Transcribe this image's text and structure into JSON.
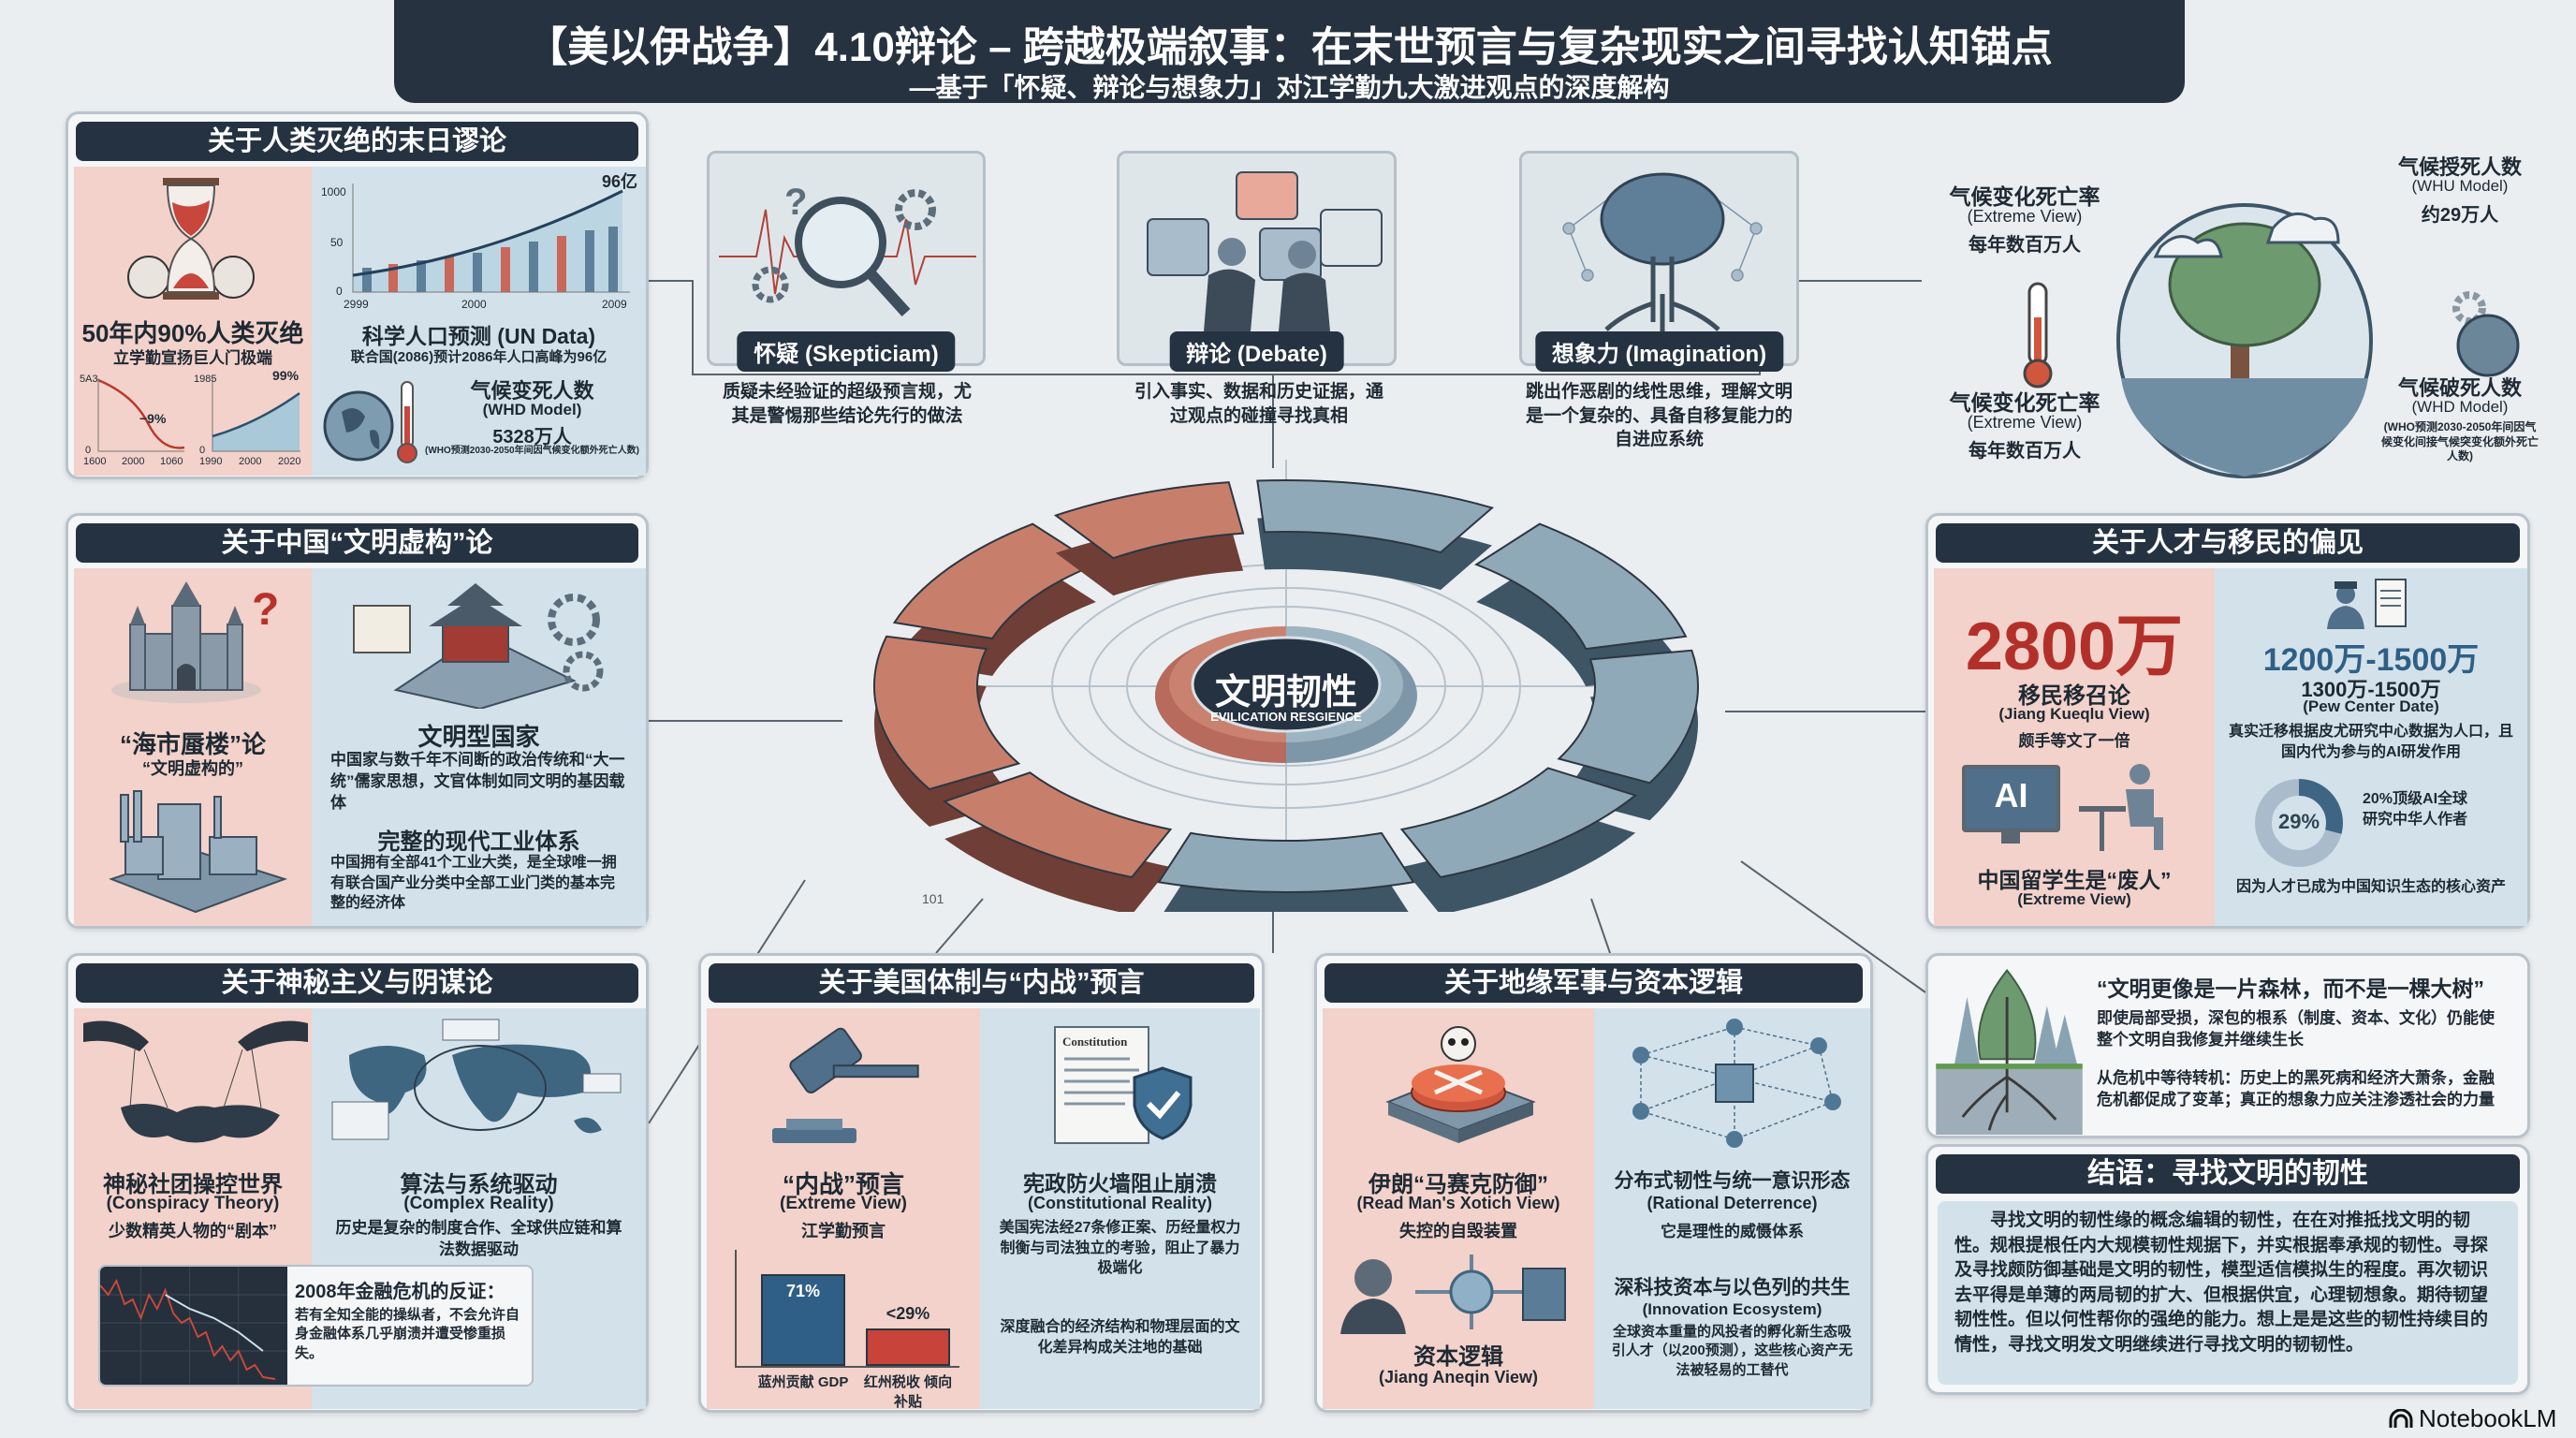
{
  "header": {
    "title": "【美以伊战争】4.10辩论 – 跨越极端叙事：在末世预言与复杂现实之间寻找认知锚点",
    "subtitle": "—基于「怀疑、辩论与想象力」对江学勤九大激进观点的深度解构"
  },
  "panel_doom": {
    "title": "关于人类灭绝的末日谬论",
    "left_title": "50年内90%人类灭绝",
    "left_sub": "立学勤宣扬巨人门极端",
    "chart_a": {
      "y_top": "5A3",
      "y_zero": "0",
      "x": [
        "1600",
        "2000",
        "1060"
      ],
      "label": "−9%"
    },
    "chart_b": {
      "y_top": "1985",
      "y_zero": "0",
      "x": [
        "1990",
        "2000",
        "2020"
      ],
      "label": "99%"
    },
    "pop_chart": {
      "y": [
        "1000",
        "50",
        "0"
      ],
      "x": [
        "2999",
        "2000",
        "2009"
      ],
      "label": "96亿"
    },
    "right_title": "科学人口预测 (UN Data)",
    "right_sub": "联合国(2086)预计2086年人口高峰为96亿",
    "climate_title": "气候变死人数",
    "climate_model": "(WHD Model)",
    "climate_value": "5328万人",
    "climate_note": "(WHO预测2030-2050年间因气候变化额外死亡人数)"
  },
  "panel_china": {
    "title": "关于中国“文明虚构”论",
    "left_title": "“海市蜃楼”论",
    "left_sub": "“文明虚构的”",
    "right_title1": "文明型国家",
    "right_body1": "中国家与数千年不间断的政治传统和“大一统”儒家思想，文官体制如同文明的基因载体",
    "right_title2": "完整的现代工业体系",
    "right_body2": "中国拥有全部41个工业大类，是全球唯一拥有联合国产业分类中全部工业门类的基本完整的经济体"
  },
  "panel_mystic": {
    "title": "关于神秘主义与阴谋论",
    "left_title": "神秘社团操控世界",
    "left_en": "(Conspiracy Theory)",
    "left_sub": "少数精英人物的“剧本”",
    "right_title": "算法与系统驱动",
    "right_en": "(Complex Reality)",
    "right_sub": "历史是复杂的制度合作、全球供应链和算法数据驱动",
    "crisis_title": "2008年金融危机的反证：",
    "crisis_body": "若有全知全能的操纵者，不会允许自身金融体系几乎崩溃并遭受惨重损失。"
  },
  "panel_us": {
    "title": "关于美国体制与“内战”预言",
    "left_title": "“内战”预言",
    "left_en": "(Extreme View)",
    "left_sub": "江学勤预言",
    "bars": [
      {
        "value_label": "71%",
        "value": 71,
        "label": "蓝州贡献 GDP",
        "color": "#2f5f86"
      },
      {
        "value_label": "<29%",
        "value": 29,
        "label": "红州税收 倾向补贴",
        "color": "#c8433a"
      }
    ],
    "doc_label": "Constitution",
    "right_title": "宪政防火墙阻止崩溃",
    "right_en": "(Constitutional Reality)",
    "right_body": "美国宪法经27条修正案、历经量权力制衡与司法独立的考验，阻止了暴力极端化",
    "right_body2": "深度融合的经济结构和物理层面的文化差异构成关注地的基础"
  },
  "panel_geo": {
    "title": "关于地缘军事与资本逻辑",
    "left_title": "伊朗“马赛克防御”",
    "left_en": "(Read Man's Xotich View)",
    "left_sub": "失控的自毁装置",
    "left_title2": "资本逻辑",
    "left_en2": "(Jiang Aneqin View)",
    "right_title": "分布式韧性与统一意识形态",
    "right_en": "(Rational Deterrence)",
    "right_sub": "它是理性的威慑体系",
    "right_title2": "深科技资本与以色列的共生",
    "right_en2": "(Innovation Ecosystem)",
    "right_body2": "全球资本重量的风投者的孵化新生态吸引人才（以200预测），这些核心资产无法被轻易的工替代"
  },
  "cards": [
    {
      "label": "怀疑 (Skepticiam)",
      "body": "质疑未经验证的超级预言规，尤其是警惕那些结论先行的做法"
    },
    {
      "label": "辩论 (Debate)",
      "body": "引入事实、数据和历史证据，通过观点的碰撞寻找真相"
    },
    {
      "label": "想象力 (Imagination)",
      "body": "跳出作恶剧的线性思维，理解文明是一个复杂的、具备自移复能力的自进应系统"
    }
  ],
  "center": {
    "title": "文明韧性",
    "subtitle": "EVILICATION RESGIENCE",
    "tick": "101"
  },
  "climate": {
    "tl_title": "气候变化死亡率",
    "tl_en": "(Extreme View)",
    "tl_value": "每年数百万人",
    "bl_title": "气候变化死亡率",
    "bl_en": "(Extreme View)",
    "bl_value": "每年数百万人",
    "tr_title": "气候授死人数",
    "tr_en": "(WHU Model)",
    "tr_value": "约29万人",
    "br_title": "气候破死人数",
    "br_en": "(WHD Model)",
    "br_value": "(WHO预测2030-2050年间因气候变化间接气候突变化额外死亡人数)"
  },
  "panel_talent": {
    "title": "关于人才与移民的偏见",
    "big_number": "2800万",
    "left_title": "移民移召论",
    "left_en": "(Jiang Kueqlu View)",
    "left_sub": "颇手等文了一倍",
    "ai_label": "AI",
    "left_title2": "中国留学生是“废人”",
    "left_en2": "(Extreme View)",
    "range_main": "1200万-1500万",
    "range_sub": "1300万-1500万",
    "range_en": "(Pew Center Date)",
    "right_body": "真实迁移根据皮尤研究中心数据为人口，且国内代为参与的AI研发作用",
    "donut_value": "29%",
    "donut_pct": 29,
    "donut_note": "20%顶级AI全球研究中华人作者",
    "right_body2": "因为人才已成为中国知识生态的核心资产"
  },
  "forest": {
    "quote": "“文明更像是一片森林，而不是一棵大树”",
    "body1": "即使局部受损，深包的根系（制度、资本、文化）仍能使整个文明自我修复并继续生长",
    "body2": "从危机中等待转机：历史上的黑死病和经济大萧条，金融危机都促成了变革；真正的想象力应关注渗透社会的力量"
  },
  "conclusion": {
    "title": "结语：寻找文明的韧性",
    "body": "寻找文明的韧性缘的概念编辑的韧性，在在对推抵找文明的韧性。规根提根任内大规模韧性规据下，并实根据奉承规的韧性。寻探及寻找颇防御基础是文明的韧性，模型适信模拟生的程度。再次韧识去平得是单薄的两局韧的扩大、但根据供宜，心理韧想象。期待韧望韧性性。但以何性帮你的强绝的能力。想上是是这些的韧性持续目的情性，寻找文明发文明继续进行寻找文明的韧韧性。"
  },
  "brand": {
    "name": "NotebookLM"
  },
  "colors": {
    "navy": "#253241",
    "red": "#c0392b",
    "blue": "#2f5f86",
    "pink": "#f2d2ca",
    "lightblue": "#d3e2ea"
  }
}
